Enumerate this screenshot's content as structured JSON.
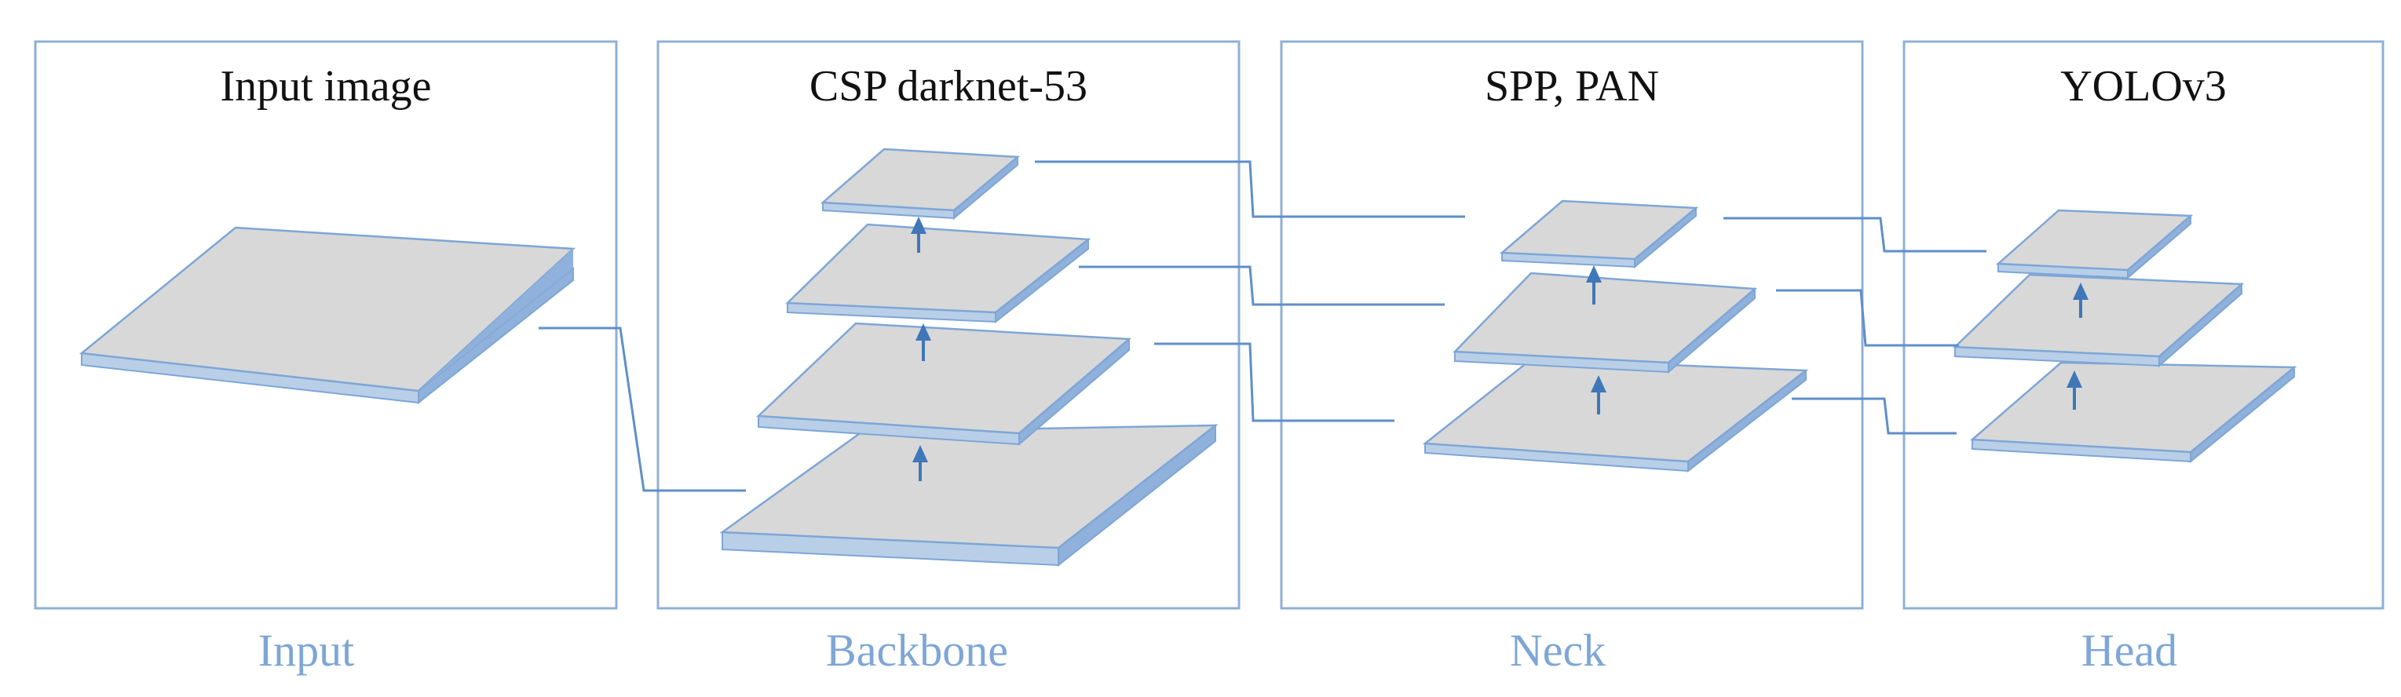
{
  "colors": {
    "panel_border": "#8fb0d6",
    "layer_top": "#d8d8d8",
    "layer_edge": "#8fb1db",
    "arrow": "#3f77b8",
    "caption": "#7ea6d6",
    "title": "#111111"
  },
  "stages": [
    {
      "title": "Input image",
      "caption": "Input"
    },
    {
      "title": "CSP darknet-53",
      "caption": "Backbone"
    },
    {
      "title": "SPP, PAN",
      "caption": "Neck"
    },
    {
      "title": "YOLOv3",
      "caption": "Head"
    }
  ]
}
